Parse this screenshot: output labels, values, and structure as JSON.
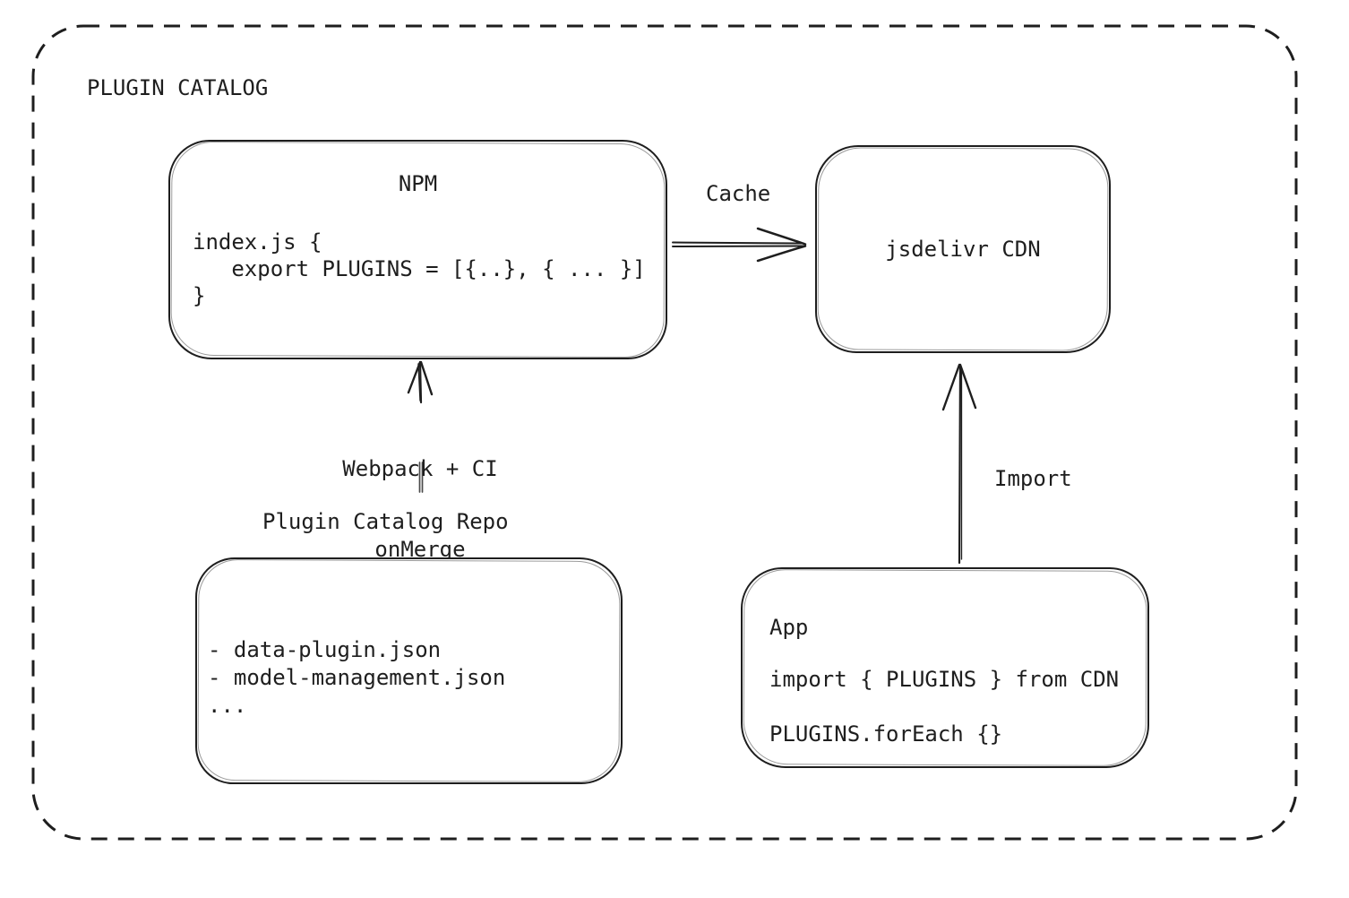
{
  "canvas": {
    "background": "#ffffff",
    "ink": "#1e1e1e"
  },
  "title": "PLUGIN CATALOG",
  "nodes": {
    "npm": {
      "title": "NPM",
      "code": [
        "index.js {",
        "   export PLUGINS = [{..}, { ... }]",
        "}"
      ]
    },
    "cdn": {
      "label": "jsdelivr CDN"
    },
    "repo": {
      "label": "Plugin Catalog Repo",
      "files": [
        "- data-plugin.json",
        "- model-management.json",
        "..."
      ]
    },
    "app": {
      "title": "App",
      "code": [
        "import { PLUGINS } from CDN",
        "PLUGINS.forEach {}"
      ]
    }
  },
  "edges": {
    "cache": {
      "label": "Cache"
    },
    "build": {
      "label_line1": "Webpack + CI",
      "label_line2": "onMerge"
    },
    "import": {
      "label": "Import"
    }
  }
}
